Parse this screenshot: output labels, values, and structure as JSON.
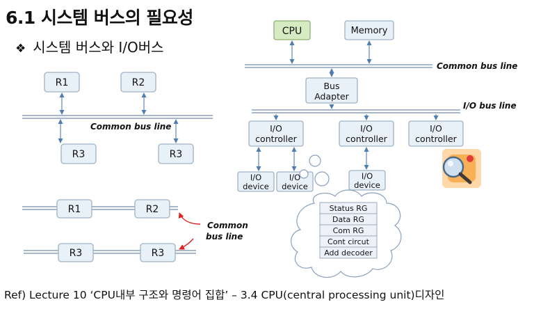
{
  "slide": {
    "title": "6.1  시스템 버스의 필요성",
    "subtitle_bullet": "❖",
    "subtitle": "시스템 버스와 I/O버스",
    "footer": "Ref) Lecture 10 ‘CPU내부 구조와 명령어 집합’ – 3.4 CPU(central processing unit)디자인"
  },
  "left_diagram": {
    "registers_top": [
      "R1",
      "R2"
    ],
    "registers_bottom": [
      "R3",
      "R3"
    ],
    "bus_label": "Common bus line"
  },
  "lower_left_diagram": {
    "row1": [
      "R1",
      "R2"
    ],
    "row2": [
      "R3",
      "R3"
    ],
    "bus_label_line1": "Common",
    "bus_label_line2": "bus line"
  },
  "right_diagram": {
    "cpu": "CPU",
    "memory": "Memory",
    "common_bus_label": "Common bus line",
    "bus_adapter_line1": "Bus",
    "bus_adapter_line2": "Adapter",
    "io_bus_label": "I/O bus line",
    "io_controller_line1": "I/O",
    "io_controller_line2": "controller",
    "io_device_line1": "I/O",
    "io_device_line2": "device",
    "controller_registers": [
      "Status RG",
      "Data RG",
      "Com RG",
      "Cont circut",
      "Add decoder"
    ]
  },
  "colors": {
    "box_fill": "#e8f0f8",
    "cpu_fill": "#d7ebc3",
    "connector": "#4f7db0",
    "arrow_red": "#e02020"
  },
  "icons": [
    "magnifier-clipart-icon"
  ]
}
